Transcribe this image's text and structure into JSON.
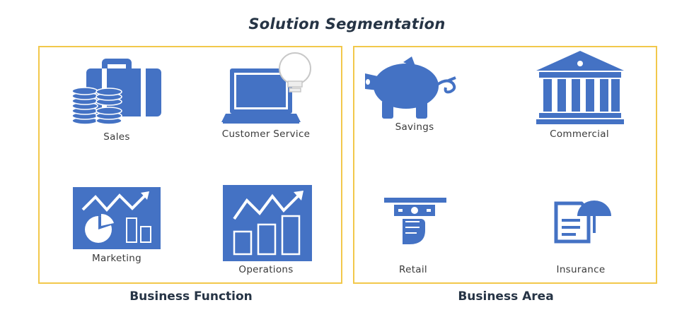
{
  "title": "Solution Segmentation",
  "colors": {
    "icon_blue": "#4472c4",
    "panel_border": "#f2c84b",
    "caption_text": "#263445"
  },
  "panels": [
    {
      "caption": "Business Function",
      "items": [
        {
          "label": "Sales",
          "icon": "briefcase-coins-icon"
        },
        {
          "label": "Customer Service",
          "icon": "laptop-lightbulb-icon"
        },
        {
          "label": "Marketing",
          "icon": "marketing-chart-icon"
        },
        {
          "label": "Operations",
          "icon": "operations-chart-icon"
        }
      ]
    },
    {
      "caption": "Business Area",
      "items": [
        {
          "label": "Savings",
          "icon": "piggy-bank-icon"
        },
        {
          "label": "Commercial",
          "icon": "bank-building-icon"
        },
        {
          "label": "Retail",
          "icon": "atm-cash-icon"
        },
        {
          "label": "Insurance",
          "icon": "insurance-umbrella-icon"
        }
      ]
    }
  ]
}
